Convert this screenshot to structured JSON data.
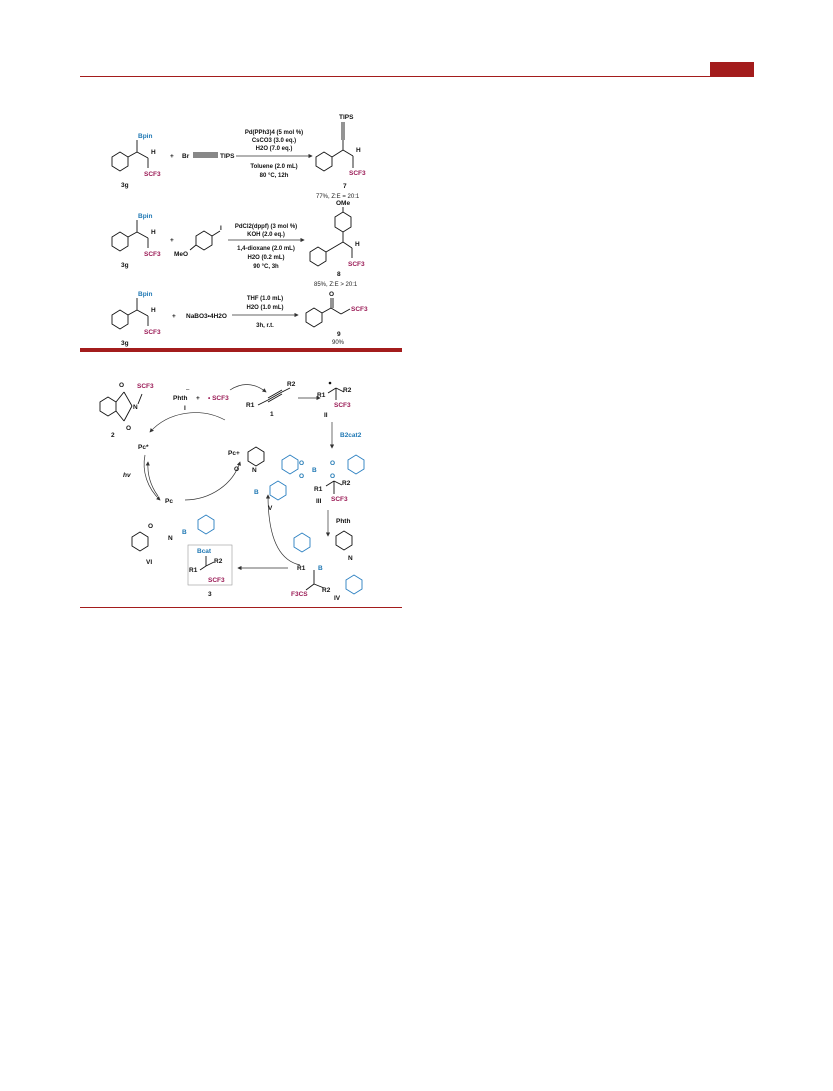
{
  "header": {
    "accent_color": "#a31c1c"
  },
  "scheme1": {
    "reagent_a": {
      "group": "Bpin",
      "sub": "SCF3",
      "h": "H",
      "label": "3g"
    },
    "plus": "+",
    "rxn1": {
      "partner_br": "Br",
      "partner_tips": "TIPS",
      "cond_line1": "Pd(PPh3)4 (5 mol %)",
      "cond_line2": "CsCO3 (3.0 eq.)",
      "cond_line3": "H2O (7.0 eq.)",
      "cond_line4": "Toluene (2.0 mL)",
      "cond_line5": "80 °C, 12h",
      "product_top": "TIPS",
      "product_h": "H",
      "product_sub": "SCF3",
      "product_label": "7",
      "yield": "77%, Z:E = 20:1"
    },
    "rxn2": {
      "partner_i": "I",
      "partner_meo": "MeO",
      "cond_line1": "PdCl2(dppf) (3 mol %)",
      "cond_line2": "KOH (2.0 eq.)",
      "cond_line3": "1,4-dioxane (2.0 mL)",
      "cond_line4": "H2O (0.2 mL)",
      "cond_line5": "90 °C, 3h",
      "product_top": "OMe",
      "product_h": "H",
      "product_sub": "SCF3",
      "product_label": "8",
      "yield": "85%, Z:E > 20:1"
    },
    "rxn3": {
      "partner": "NaBO3•4H2O",
      "cond_line1": "THF (1.0 mL)",
      "cond_line2": "H2O (1.0 mL)",
      "cond_line3": "3h, r.t.",
      "product_o": "O",
      "product_sub": "SCF3",
      "product_label": "9",
      "yield": "90%"
    }
  },
  "mechanism": {
    "reagent2": {
      "o1": "O",
      "o2": "O",
      "n": "N",
      "scf3": "SCF3",
      "label": "2"
    },
    "phth_anion": "Phth",
    "phth_minus": "–",
    "plus": "+",
    "scf3_radical": "• SCF3",
    "roman_I": "I",
    "alkyne": {
      "r1": "R1",
      "r2": "R2",
      "label": "1"
    },
    "radical_II": {
      "r1": "R1",
      "r2": "R2",
      "scf3": "SCF3",
      "label": "II"
    },
    "b2cat2": "B2cat2",
    "complex_III": {
      "b": "B",
      "r1": "R1",
      "r2": "R2",
      "scf3": "SCF3",
      "label": "III"
    },
    "phth_step": "Phth",
    "complex_IV": {
      "label": "IV",
      "f3cs": "F3CS",
      "r1": "R1",
      "r2": "R2",
      "b": "B",
      "n": "N"
    },
    "intermediate_V": {
      "label": "V",
      "n": "N",
      "b": "B",
      "o": "O"
    },
    "intermediate_VI": {
      "label": "VI",
      "n": "N",
      "b": "B",
      "o": "O"
    },
    "product_3": {
      "bcat": "Bcat",
      "r1": "R1",
      "r2": "R2",
      "scf3": "SCF3",
      "label": "3"
    },
    "pc_star": "Pc*",
    "pc_plus": "Pc+",
    "pc": "Pc",
    "hv": "hv"
  }
}
